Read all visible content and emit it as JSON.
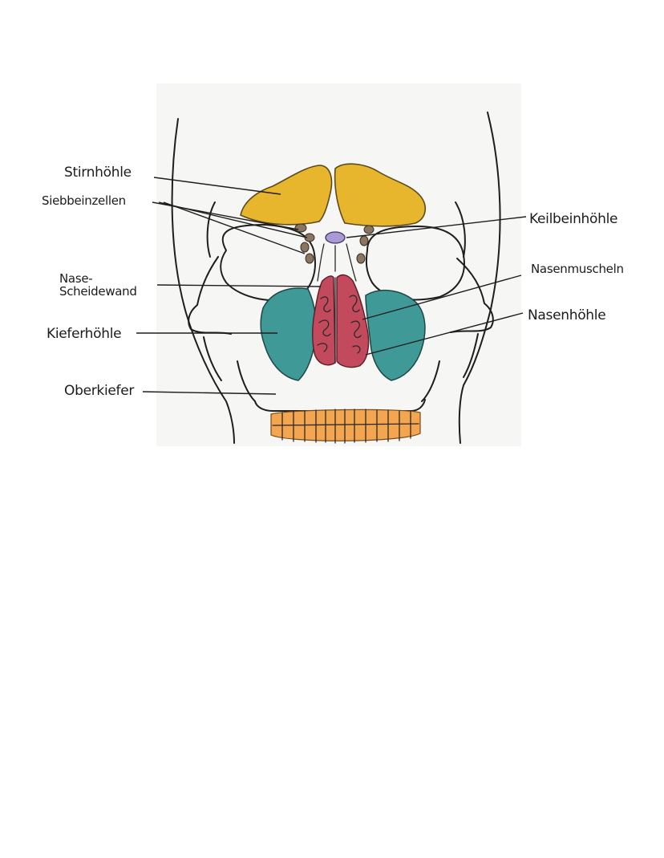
{
  "labels": {
    "stirnhoehle": "Stirnhöhle",
    "siebbeinzellen": "Siebbeinzellen",
    "nasenscheidewand_1": "Nase-",
    "nasenscheidewand_2": "Scheidewand",
    "kieferhoehle": "Kieferhöhle",
    "oberkiefer": "Oberkiefer",
    "keilbeinhoehle": "Keilbeinhöhle",
    "nasenmuscheln": "Nasenmuscheln",
    "nasenhoehle": "Nasenhöhle"
  },
  "colors": {
    "stirnhoehle": "#e8b62c",
    "kieferhoehle": "#3f9a97",
    "nasenhoehle": "#c24a5c",
    "keilbeinhoehle": "#a99ad6",
    "siebbeinzellen": "#8a7560",
    "zaehne": "#f3a54f",
    "background_card": "#f6f6f4"
  }
}
